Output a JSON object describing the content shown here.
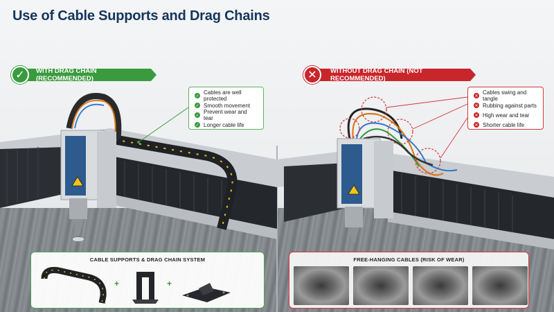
{
  "title": "Use of Cable Supports and Drag Chains",
  "left": {
    "banner": "WITH DRAG CHAIN (RECOMMENDED)",
    "icon": "check-icon",
    "benefits": [
      "Cables are well protected",
      "Smooth movement",
      "Prevent wear and tear",
      "Longer cable life"
    ],
    "panel_title": "CABLE SUPPORTS & DRAG CHAIN SYSTEM",
    "accent": "#3a9b3e"
  },
  "right": {
    "banner": "WITHOUT DRAG CHAIN (NOT RECOMMENDED)",
    "icon": "cross-icon",
    "problems": [
      "Cables swing and tangle",
      "Rubbing against parts",
      "High wear and tear",
      "Shorter cable life"
    ],
    "panel_title": "FREE-HANGING CABLES (RISK OF WEAR)",
    "accent": "#c8262b"
  }
}
